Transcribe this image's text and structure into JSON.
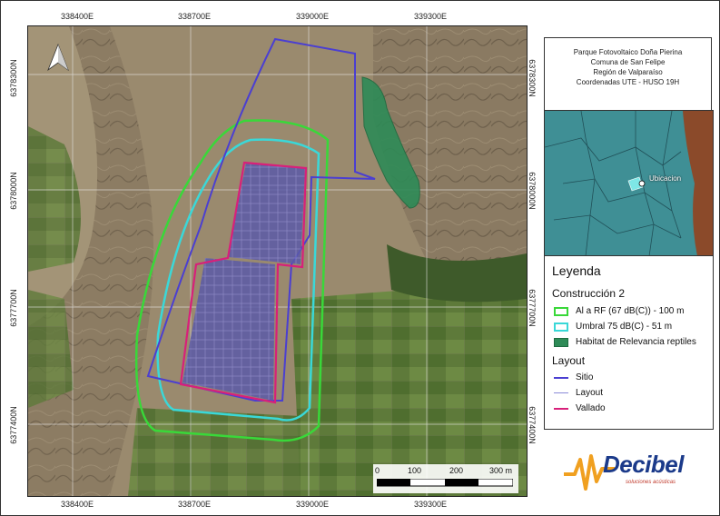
{
  "title_box": {
    "line1": "Parque Fotovoltaico Doña Pierina",
    "line2": "Comuna de San Felipe",
    "line3": "Región de Valparaíso",
    "line4": "Coordenadas UTE - HUSO 19H"
  },
  "coords": {
    "top": [
      "338400E",
      "338700E",
      "339000E",
      "339300E"
    ],
    "bottom": [
      "338400E",
      "338700E",
      "339000E",
      "339300E"
    ],
    "left": [
      "6378300N",
      "6378000N",
      "6377700N",
      "6377400N"
    ],
    "right": [
      "6378300N",
      "6378000N",
      "6377700N",
      "6377400N"
    ]
  },
  "inset": {
    "label": "Ubicacion"
  },
  "legend": {
    "title": "Leyenda",
    "group1": "Construcción 2",
    "items1": [
      {
        "label": "Al a RF (67 dB(C)) - 100 m",
        "color": "#39d839"
      },
      {
        "label": "Umbral 75 dB(C) - 51 m",
        "color": "#3ad8d8"
      },
      {
        "label": "Habitat de Relevancia reptiles",
        "color": "#2e8b57"
      }
    ],
    "group2": "Layout",
    "items2": [
      {
        "label": "Sitio",
        "color": "#4b3fd1"
      },
      {
        "label": "Layout",
        "color": "#8a8ad8"
      },
      {
        "label": "Vallado",
        "color": "#d8207a"
      }
    ]
  },
  "scale": {
    "labels": [
      "0",
      "100",
      "200",
      "300 m"
    ]
  },
  "logo": {
    "name": "Decibel",
    "tagline": "soluciones acústicas"
  }
}
